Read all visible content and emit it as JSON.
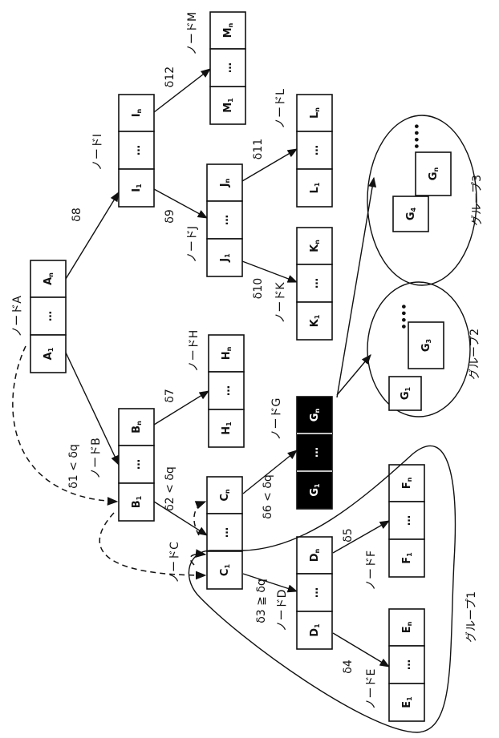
{
  "nodes": [
    {
      "id": "A",
      "label": "ノードA",
      "cells": [
        {
          "t": "A",
          "s": "n"
        },
        {
          "t": "…",
          "s": ""
        },
        {
          "t": "A",
          "s": "1"
        }
      ]
    },
    {
      "id": "B",
      "label": "ノードB",
      "cells": [
        {
          "t": "B",
          "s": "n"
        },
        {
          "t": "…",
          "s": ""
        },
        {
          "t": "B",
          "s": "1"
        }
      ]
    },
    {
      "id": "I",
      "label": "ノードI",
      "cells": [
        {
          "t": "I",
          "s": "n"
        },
        {
          "t": "…",
          "s": ""
        },
        {
          "t": "I",
          "s": "1"
        }
      ]
    },
    {
      "id": "H",
      "label": "ノードH",
      "cells": [
        {
          "t": "H",
          "s": "n"
        },
        {
          "t": "…",
          "s": ""
        },
        {
          "t": "H",
          "s": "1"
        }
      ]
    },
    {
      "id": "C",
      "label": "ノードC",
      "cells": [
        {
          "t": "C",
          "s": "n"
        },
        {
          "t": "…",
          "s": ""
        },
        {
          "t": "C",
          "s": "1"
        }
      ]
    },
    {
      "id": "J",
      "label": "ノードJ",
      "cells": [
        {
          "t": "J",
          "s": "n"
        },
        {
          "t": "…",
          "s": ""
        },
        {
          "t": "J",
          "s": "1"
        }
      ]
    },
    {
      "id": "M",
      "label": "ノードM",
      "cells": [
        {
          "t": "M",
          "s": "n"
        },
        {
          "t": "…",
          "s": ""
        },
        {
          "t": "M",
          "s": "1"
        }
      ]
    },
    {
      "id": "K",
      "label": "ノードK",
      "cells": [
        {
          "t": "K",
          "s": "n"
        },
        {
          "t": "…",
          "s": ""
        },
        {
          "t": "K",
          "s": "1"
        }
      ]
    },
    {
      "id": "L",
      "label": "ノードL",
      "cells": [
        {
          "t": "L",
          "s": "n"
        },
        {
          "t": "…",
          "s": ""
        },
        {
          "t": "L",
          "s": "1"
        }
      ]
    },
    {
      "id": "G",
      "label": "ノードG",
      "black": true,
      "cells": [
        {
          "t": "G",
          "s": "n"
        },
        {
          "t": "…",
          "s": ""
        },
        {
          "t": "G",
          "s": "1"
        }
      ]
    },
    {
      "id": "D",
      "label": "ノードD",
      "cells": [
        {
          "t": "D",
          "s": "n"
        },
        {
          "t": "…",
          "s": ""
        },
        {
          "t": "D",
          "s": "1"
        }
      ]
    },
    {
      "id": "E",
      "label": "ノードE",
      "cells": [
        {
          "t": "E",
          "s": "n"
        },
        {
          "t": "…",
          "s": ""
        },
        {
          "t": "E",
          "s": "1"
        }
      ]
    },
    {
      "id": "F",
      "label": "ノードF",
      "cells": [
        {
          "t": "F",
          "s": "n"
        },
        {
          "t": "…",
          "s": ""
        },
        {
          "t": "F",
          "s": "1"
        }
      ]
    }
  ],
  "edge_labels": [
    "δ8",
    "δ12",
    "δ1 < δq",
    "δ7",
    "δ2 < δq",
    "δ9",
    "δ11",
    "δ10",
    "δ6 < δq",
    "δ3 ≧ δq",
    "δ5",
    "δ4"
  ],
  "groups": [
    {
      "label": "グループ1"
    },
    {
      "label": "グループ2",
      "items": [
        {
          "t": "G",
          "s": "1"
        },
        {
          "t": "G",
          "s": "3"
        }
      ],
      "more": "••••"
    },
    {
      "label": "グループ3",
      "items": [
        {
          "t": "G",
          "s": "4"
        },
        {
          "t": "G",
          "s": "n"
        }
      ],
      "more": "••••"
    }
  ]
}
